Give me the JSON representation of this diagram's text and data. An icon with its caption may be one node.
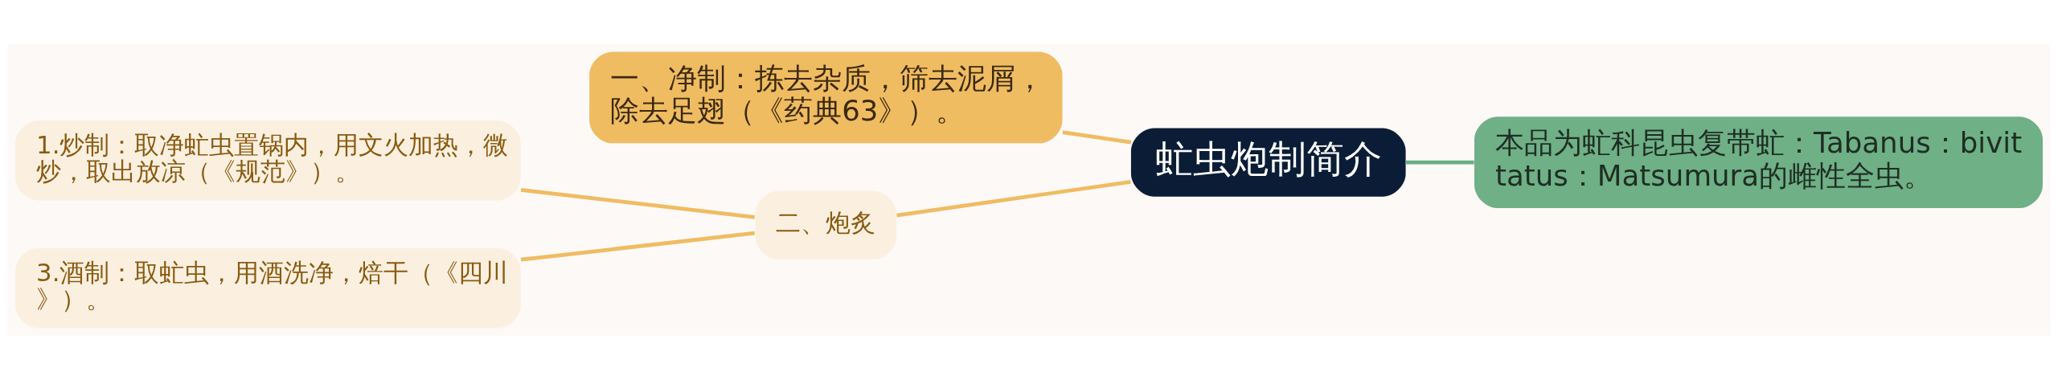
{
  "diagram": {
    "nodes": [
      {
        "text": [
          "虻虫炮制简介"
        ]
      },
      {
        "text": [
          "本品为虻科昆虫复带虻：Tabanus：bivittatus：Matsumura的雌性全虫。"
        ]
      },
      {
        "text": [
          "一、净制：拣去杂质，筛去泥屑，除去足翅（《药典63》）。"
        ]
      },
      {
        "text": [
          "二、炮炙"
        ]
      },
      {
        "text": [
          "1.炒制：取净虻虫置锅内，用文火加热，微炒，取出放凉（《规范》）。"
        ]
      },
      {
        "text": [
          "3.酒制：取虻虫，用酒洗净，焙干（《四川》）。"
        ]
      }
    ],
    "edges": [
      {
        "from": 0,
        "to": 1,
        "arrow": "none",
        "color": "#6aaf85"
      },
      {
        "from": 0,
        "to": 2,
        "arrow": "none"
      },
      {
        "from": 0,
        "to": 3,
        "arrow": "none"
      },
      {
        "from": 3,
        "to": 4,
        "arrow": "none"
      },
      {
        "from": 3,
        "to": 5,
        "arrow": "none"
      }
    ]
  }
}
